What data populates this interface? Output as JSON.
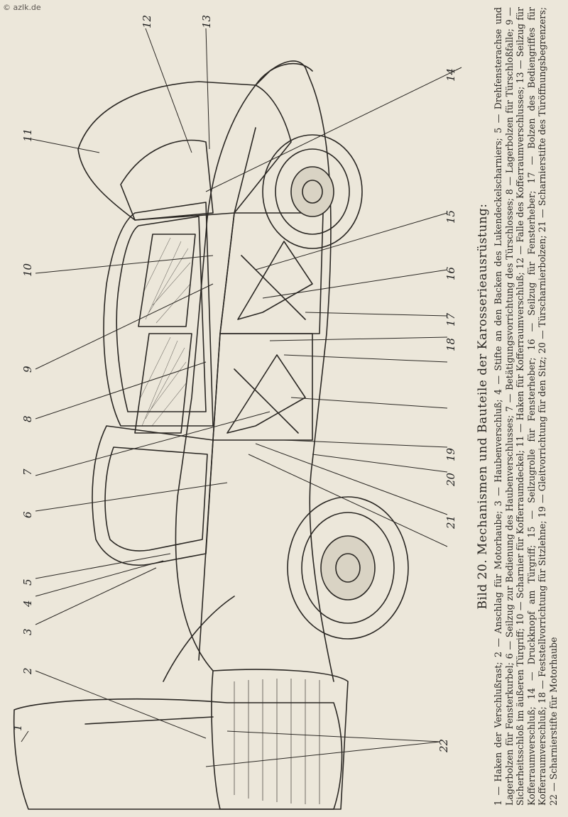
{
  "watermark": "© azlk.de",
  "caption": {
    "title": "Bild 20. Mechanismen und Bauteile der Karosserieausrüstung:",
    "text": "1 — Haken der Verschlußrast; 2 — Anschlag für Motorhaube; 3 — Haubenverschluß; 4 — Stifte an den Backen des Lukendeckelscharniers; 5 — Drehfensterachse und Lagerbolzen für Fensterkurbel; 6 — Seilzug zur Bedienung des Haubenverschlusses; 7 — Betätigungsvorrichtung des Türschlosses; 8 — Lagerbolzen für Türschloßfalle; 9 — Sicherheitsschloß im äußeren Türgriff; 10 — Scharnier für Kofferraumdeckel; 11 — Haken für Kofferraumverschluß; 12 — Falle des Kofferraumverschlusses; 13 — Seilzug für Kofferraumverschluß; 14 — Druckknopf am Türgriff; 15 — Seilzugrolle für Fensterheber; 16 — Seilzug für Fensterheber; 17 — Bolzen des Bediengriffes für Kofferraumverschluß; 18 — Feststellvorrichtung für Sitzlehne; 19 — Gleitvorrichtung für den Sitz; 20 — Türscharnierbolzen; 21 — Scharnierstifte des Türöffnungsbegrenzers; 22 — Scharnierstifte für Motorhaube"
  },
  "callouts": [
    "1",
    "2",
    "3",
    "4",
    "5",
    "6",
    "7",
    "8",
    "9",
    "10",
    "11",
    "12",
    "13",
    "14",
    "15",
    "16",
    "17",
    "18",
    "19",
    "20",
    "21",
    "22"
  ],
  "colors": {
    "paper": "#ece7da",
    "ink": "#2a2723"
  }
}
